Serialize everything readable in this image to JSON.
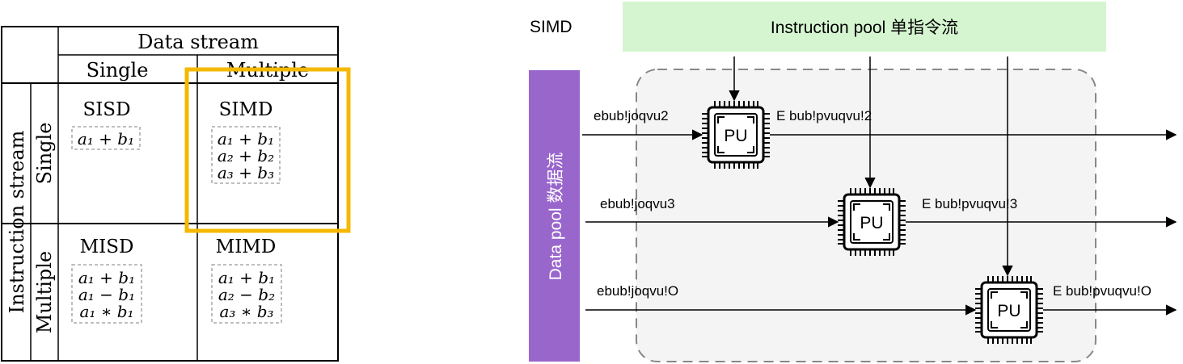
{
  "taxonomy": {
    "header_data_stream": "Data stream",
    "header_instruction_stream": "Instruction stream",
    "col_single": "Single",
    "col_multiple": "Multiple",
    "row_single": "Single",
    "row_multiple": "Multiple",
    "cells": {
      "sisd": {
        "title": "SISD",
        "lines": [
          "a₁ + b₁"
        ]
      },
      "simd": {
        "title": "SIMD",
        "lines": [
          "a₁ + b₁",
          "a₂ + b₂",
          "a₃ + b₃"
        ]
      },
      "misd": {
        "title": "MISD",
        "lines": [
          "a₁ + b₁",
          "a₁ − b₁",
          "a₁ ∗ b₁"
        ]
      },
      "mimd": {
        "title": "MIMD",
        "lines": [
          "a₁ + b₁",
          "a₂ − b₂",
          "a₃ ∗ b₃"
        ]
      }
    },
    "highlight_color": "#f5b800"
  },
  "simd_diagram": {
    "label": "SIMD",
    "instruction_pool": "Instruction pool 单指令流",
    "data_pool": "Data pool 数据流",
    "pu_label": "PU",
    "inputs": [
      "ebub!joqvu2",
      "ebub!joqvu3",
      "ebub!joqvu!O"
    ],
    "outputs": [
      "E bub!pvuqvu!2",
      "E bub!pvuqvu!3",
      "E bub!pvuqvu!O"
    ],
    "colors": {
      "instruction_pool_bg": "#d5f5d0",
      "data_pool_bg": "#9966cc",
      "dashed_region_bg": "#f4f4f4"
    }
  }
}
